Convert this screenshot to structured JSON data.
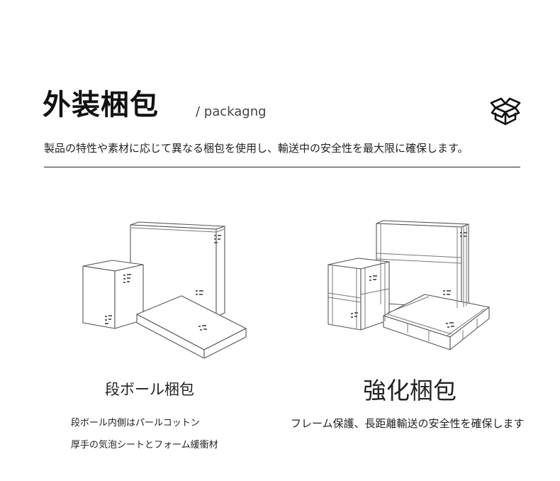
{
  "header": {
    "title": "外装梱包",
    "subtitle": "/ packagng",
    "icon": "box-open-icon"
  },
  "description": "製品の特性や素材に応じて異なる梱包を使用し、輸送中の安全性を最大限に確保します。",
  "left_option": {
    "title": "段ボール梱包",
    "notes": [
      "段ボール内側はパールコットン",
      "厚手の気泡シートとフォーム緩衝材"
    ],
    "illustration": "cardboard-boxes-illustration"
  },
  "right_option": {
    "title": "強化梱包",
    "note": "フレーム保護、長距離輸送の安全性を確保します",
    "illustration": "reinforced-crates-illustration"
  },
  "colors": {
    "text": "#222222",
    "line": "#222222",
    "sketch": "#555555",
    "background": "#ffffff"
  }
}
